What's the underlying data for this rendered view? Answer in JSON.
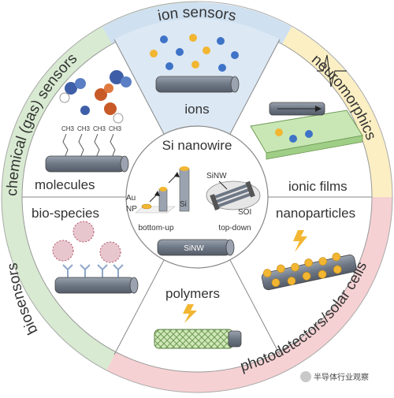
{
  "ring": {
    "ion_sensors": "ion sensors",
    "chemical_gas_sensors": "chemical (gas) sensors",
    "neuromorphics": "neuromorphics",
    "biosensors": "biosensors",
    "photodetectors_solar_cells": "photodetectors/solar cells"
  },
  "sectors": {
    "ions": "ions",
    "molecules": "molecules",
    "ionic_films": "ionic films",
    "bio_species": "bio-species",
    "nanoparticles": "nanoparticles",
    "polymers": "polymers"
  },
  "center": {
    "title": "Si nanowire",
    "au": "Au",
    "np": "NP",
    "si": "Si",
    "sinw_top": "SiNW",
    "soi": "SOI",
    "bottom_up": "bottom-up",
    "top_down": "top-down",
    "sinw_bottom": "SiNW"
  },
  "molecule_labels": [
    "CH3",
    "CH3",
    "CH3",
    "CH3"
  ],
  "watermark": "半导体行业观察",
  "colors": {
    "green_ring": "#d8ead1",
    "blue_ring": "#cfe0f0",
    "yellow_ring": "#fbefc3",
    "pink_ring": "#f6d1d3",
    "blue_sector": "#dce8f4",
    "wire_gray": "#7c8593",
    "np_orange": "#f2b632",
    "film_green": "#c9e7b5"
  }
}
